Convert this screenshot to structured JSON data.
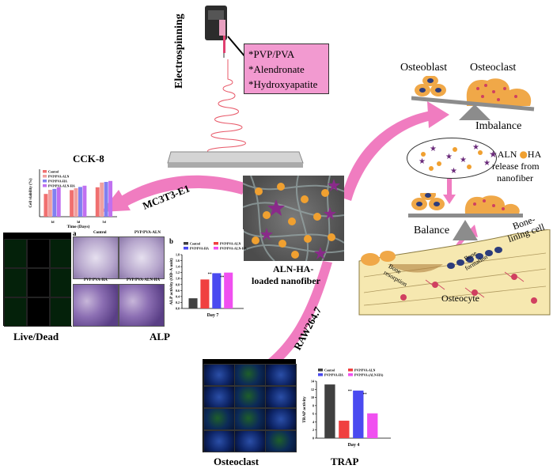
{
  "top": {
    "process_label": "Electrospinning",
    "materials": [
      "*PVP/PVA",
      "*Alendronate",
      "*Hydroxyapatite"
    ]
  },
  "center": {
    "nanofiber_label_line1": "ALN-HA-",
    "nanofiber_label_line2": "loaded nanofiber"
  },
  "arrows": {
    "mc3t3": "MC3T3-E1",
    "raw": "RAW264.7"
  },
  "bone": {
    "osteoblast": "Osteoblast",
    "osteoclast": "Osteoclast",
    "imbalance": "Imbalance",
    "release_aln": "ALN",
    "release_ha": "HA",
    "release_line2": "release from",
    "release_line3": "nanofiber",
    "balance": "Balance",
    "lining_line1": "Bone-",
    "lining_line2": "lining cell",
    "resorption_line1": "Bone",
    "resorption_line2": "resorption",
    "formation_line1": "Bone",
    "formation_line2": "formation",
    "osteocyte": "Osteocyte"
  },
  "panels": {
    "cck8_title": "CCK-8",
    "livedead": "Live/Dead",
    "alp": "ALP",
    "alp_a": "a",
    "alp_b": "b",
    "alp_img_labels": [
      "Control",
      "PVP/PVA-ALN",
      "PVP/PVA-HA",
      "PVP/PVA-ALN-HA"
    ],
    "osteoclast": "Osteoclast",
    "trap": "TRAP"
  },
  "colors": {
    "control": "#404040",
    "aln": "#f04040",
    "ha": "#4a4af0",
    "alnha": "#f050f0",
    "arrow_pink": "#f07cc0",
    "materials_box": "#f29ad0"
  },
  "chart_data": [
    {
      "id": "cck8",
      "type": "bar",
      "title": "CCK-8",
      "xlabel": "Time (Days)",
      "ylabel": "Cell viability (%)",
      "categories": [
        "1d",
        "3d",
        "5d"
      ],
      "ylim": [
        0,
        150
      ],
      "series": [
        {
          "name": "Control",
          "color": "#f07070",
          "values": [
            72,
            84,
            93
          ]
        },
        {
          "name": "PVP/PVA-ALN",
          "color": "#f0a0a0",
          "values": [
            85,
            90,
            108
          ]
        },
        {
          "name": "PVP/PVA-HA",
          "color": "#8080f0",
          "values": [
            88,
            94,
            110
          ]
        },
        {
          "name": "PVP/PVA-ALN-HA",
          "color": "#c070f0",
          "values": [
            93,
            98,
            113
          ]
        }
      ],
      "legend": "top-left"
    },
    {
      "id": "alp",
      "type": "bar",
      "xlabel": "Day 7",
      "ylabel": "ALP activity (OD-A unit)",
      "categories": [
        "Day 7"
      ],
      "ylim": [
        0,
        1.8
      ],
      "yticks": [
        "0.0",
        "0.2",
        "0.4",
        "0.6",
        "0.8",
        "1.0",
        "1.2",
        "1.4",
        "1.6",
        "1.8"
      ],
      "series": [
        {
          "name": "Control",
          "color": "#404040",
          "values": [
            0.34
          ]
        },
        {
          "name": "PVP/PVA-ALN",
          "color": "#f04040",
          "values": [
            0.97
          ]
        },
        {
          "name": "PVP/PVA-HA",
          "color": "#4a4af0",
          "values": [
            1.18
          ]
        },
        {
          "name": "PVP/PVA-ALN-HA",
          "color": "#f050f0",
          "values": [
            1.2
          ]
        }
      ],
      "significance": [
        "**",
        "**"
      ],
      "legend": "top"
    },
    {
      "id": "trap",
      "type": "bar",
      "xlabel": "Day 4",
      "ylabel": "TRAP activity",
      "categories": [
        "Day 4"
      ],
      "ylim": [
        0,
        14
      ],
      "yticks": [
        "0",
        "2",
        "4",
        "6",
        "8",
        "10",
        "12",
        "14"
      ],
      "series": [
        {
          "name": "Control",
          "color": "#404040",
          "values": [
            13.2
          ]
        },
        {
          "name": "PVP/PVA-ALN",
          "color": "#f04040",
          "values": [
            4.3
          ]
        },
        {
          "name": "PVP/PVA-HA",
          "color": "#4a4af0",
          "values": [
            11.7
          ]
        },
        {
          "name": "PVP/PVA-(ALN-HA)",
          "color": "#f050f0",
          "values": [
            6.1
          ]
        }
      ],
      "significance": [
        "**",
        "**"
      ],
      "legend": "top"
    }
  ]
}
